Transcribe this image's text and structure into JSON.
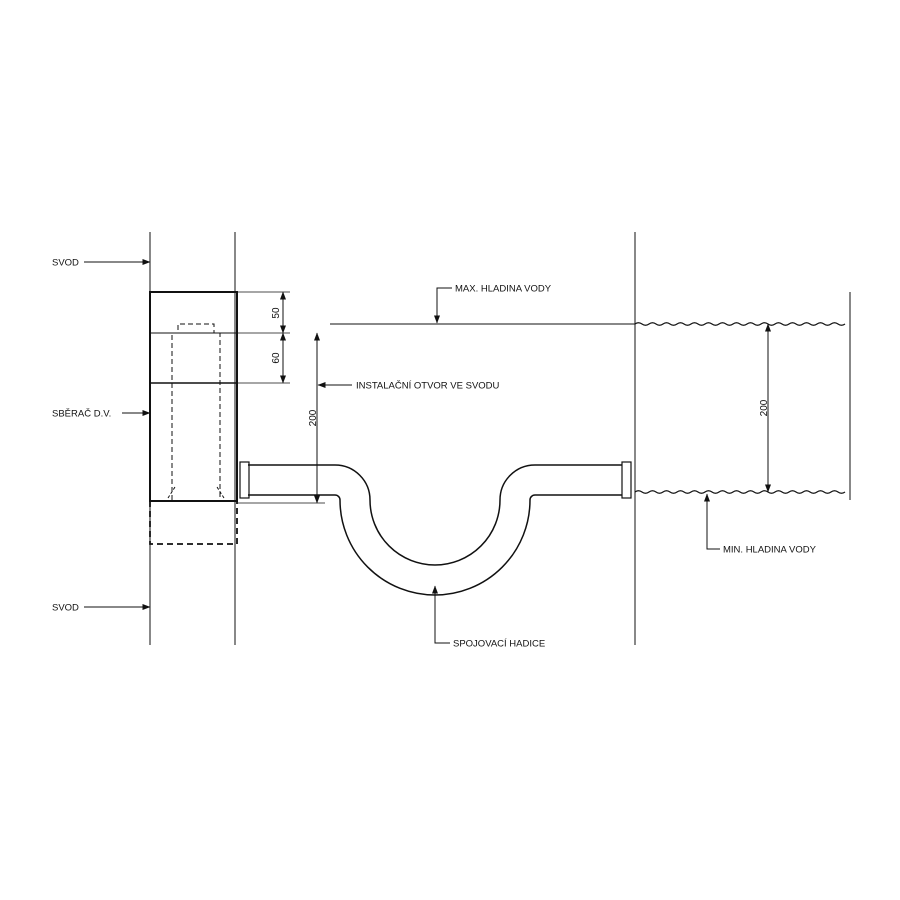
{
  "labels": {
    "svod_top": "SVOD",
    "svod_bottom": "SVOD",
    "collector": "SBĚRAČ D.V.",
    "install_hole": "INSTALAČNÍ OTVOR VE SVODU",
    "max_water": "MAX. HLADINA VODY",
    "min_water": "MIN. HLADINA VODY",
    "hose": "SPOJOVACÍ HADICE"
  },
  "dimensions": {
    "d50": "50",
    "d60": "60",
    "d200_left": "200",
    "d200_right": "200"
  }
}
